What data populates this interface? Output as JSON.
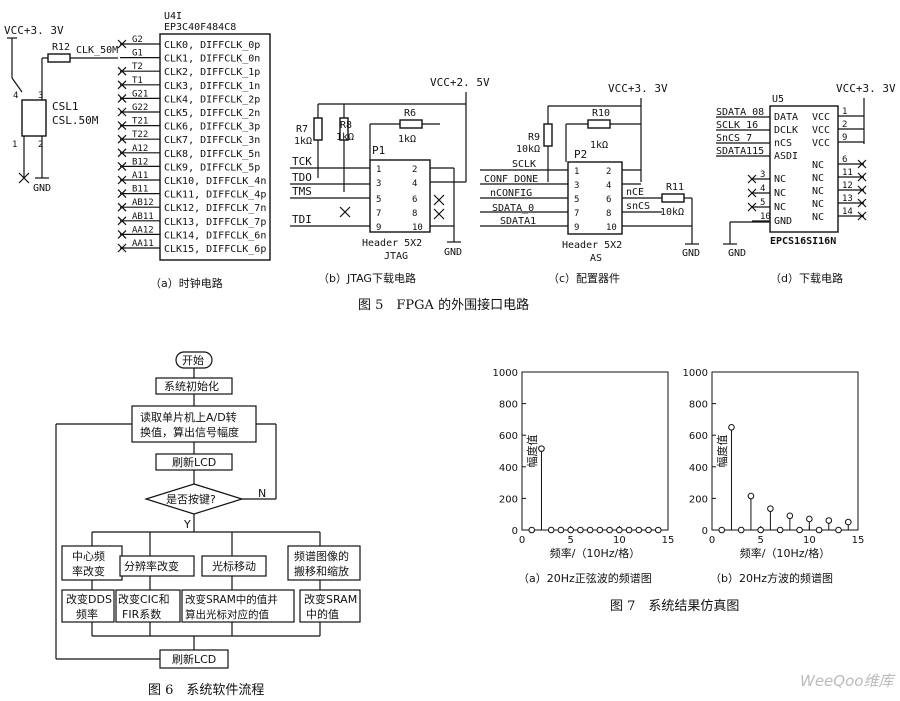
{
  "fig5": {
    "caption": "图 5　FPGA 的外围接口电路",
    "a": {
      "caption": "（a）时钟电路",
      "vcc": "VCC+3. 3V",
      "resistor": "R12",
      "net": "CLK_50M",
      "osc_ref": "CSL1",
      "osc_val": "CSL.50M",
      "gnd": "GND",
      "pins": [
        "4",
        "3",
        "1",
        "2"
      ],
      "chip_ref": "U4I",
      "chip": "EP3C40F484C8",
      "pin_numbers": [
        "G2",
        "G1",
        "T2",
        "T1",
        "G21",
        "G22",
        "T21",
        "T22",
        "A12",
        "B12",
        "A11",
        "B11",
        "AB12",
        "AB11",
        "AA12",
        "AA11"
      ],
      "pin_names": [
        "CLK0, DIFFCLK_0p",
        "CLK1, DIFFCLK_0n",
        "CLK2, DIFFCLK_1p",
        "CLK3, DIFFCLK_1n",
        "CLK4, DIFFCLK_2p",
        "CLK5, DIFFCLK_2n",
        "CLK6, DIFFCLK_3p",
        "CLK7, DIFFCLK_3n",
        "CLK8, DIFFCLK_5n",
        "CLK9, DIFFCLK_5p",
        "CLK10, DIFFCLK_4n",
        "CLK11, DIFFCLK_4p",
        "CLK12, DIFFCLK_7n",
        "CLK13, DIFFCLK_7p",
        "CLK14, DIFFCLK_6n",
        "CLK15, DIFFCLK_6p"
      ]
    },
    "b": {
      "caption": "（b）JTAG下载电路",
      "vcc": "VCC+2. 5V",
      "r7": "R7",
      "r7v": "1kΩ",
      "r8": "R8",
      "r8v": "1kΩ",
      "r6": "R6",
      "r6v": "1kΩ",
      "conn": "P1",
      "signals": [
        "TCK",
        "TDO",
        "TMS",
        "TDI"
      ],
      "pins_left": [
        "1",
        "3",
        "5",
        "7",
        "9"
      ],
      "pins_right": [
        "2",
        "4",
        "6",
        "8",
        "10"
      ],
      "hdr": "Header 5X2",
      "name": "JTAG",
      "gnd": "GND"
    },
    "c": {
      "caption": "（c）配置器件",
      "vcc": "VCC+3. 3V",
      "r9": "R9",
      "r9v": "10kΩ",
      "r10": "R10",
      "r10v": "1kΩ",
      "r11": "R11",
      "r11v": "10kΩ",
      "conn": "P2",
      "signals": [
        "SCLK",
        "CONF_DONE",
        "nCONFIG",
        "SDATA_0",
        "SDATA1"
      ],
      "right_signals": [
        "nCE",
        "snCS"
      ],
      "pins_left": [
        "1",
        "3",
        "5",
        "7",
        "9"
      ],
      "pins_right": [
        "2",
        "4",
        "6",
        "8",
        "10"
      ],
      "hdr": "Header 5X2",
      "name": "AS",
      "gnd": "GND"
    },
    "d": {
      "caption": "（d）下载电路",
      "chip_ref": "U5",
      "vcc": "VCC+3. 3V",
      "nets": [
        "SDATA_08",
        "SCLK 16",
        "SnCS 7",
        "SDATA115"
      ],
      "left_pins": [
        "DATA",
        "DCLK",
        "nCS",
        "ASDI"
      ],
      "nc_left": [
        "3",
        "4",
        "5",
        "10"
      ],
      "nc_labels": [
        "NC",
        "NC",
        "NC",
        "GND"
      ],
      "right_pins": [
        "VCC",
        "VCC",
        "VCC",
        "NC",
        "NC",
        "NC",
        "NC",
        "NC"
      ],
      "right_nums": [
        "1",
        "2",
        "9",
        "6",
        "11",
        "12",
        "13",
        "14"
      ],
      "chip": "EPCS16SI16N",
      "gnd": "GND"
    }
  },
  "fig6": {
    "caption": "图 6　系统软件流程",
    "start": "开始",
    "init": "系统初始化",
    "read1": "读取单片机上A/D转",
    "read2": "换值，算出信号幅度",
    "refresh": "刷新LCD",
    "decision": "是否按键?",
    "yes": "Y",
    "no": "N",
    "opts": [
      [
        "中心频",
        "率改变"
      ],
      [
        "分辨率改变"
      ],
      [
        "光标移动"
      ],
      [
        "频谱图像的",
        "搬移和缩放"
      ]
    ],
    "acts": [
      [
        "改变DDS",
        "频率"
      ],
      [
        "改变CIC和",
        "FIR系数"
      ],
      [
        "改变SRAM中的值并",
        "算出光标对应的值"
      ],
      [
        "改变SRAM",
        "中的值"
      ]
    ],
    "refresh2": "刷新LCD"
  },
  "fig7": {
    "caption": "图 7　系统结果仿真图",
    "watermark": "WeeQoo维库",
    "chart_data": [
      {
        "type": "scatter",
        "title": "（a）20Hz正弦波的频谱图",
        "xlabel": "频率/（10Hz/格）",
        "ylabel": "幅度值",
        "xlim": [
          0,
          15
        ],
        "ylim": [
          0,
          1000
        ],
        "xticks": [
          "0",
          "5",
          "10",
          "15"
        ],
        "yticks": [
          "0",
          "200",
          "400",
          "600",
          "800",
          "1000"
        ],
        "x": [
          1,
          2,
          3,
          4,
          5,
          6,
          7,
          8,
          9,
          10,
          11,
          12,
          13,
          14
        ],
        "values": [
          0,
          515,
          0,
          0,
          0,
          0,
          0,
          0,
          0,
          0,
          0,
          0,
          0,
          0
        ]
      },
      {
        "type": "scatter",
        "title": "（b）20Hz方波的频谱图",
        "xlabel": "频率/（10Hz/格）",
        "ylabel": "幅度值",
        "xlim": [
          0,
          15
        ],
        "ylim": [
          0,
          1000
        ],
        "xticks": [
          "0",
          "5",
          "10",
          "15"
        ],
        "yticks": [
          "0",
          "200",
          "400",
          "600",
          "800",
          "1000"
        ],
        "x": [
          1,
          2,
          3,
          4,
          5,
          6,
          7,
          8,
          9,
          10,
          11,
          12,
          13,
          14
        ],
        "values": [
          0,
          650,
          0,
          215,
          0,
          135,
          0,
          90,
          0,
          70,
          0,
          60,
          0,
          50
        ]
      }
    ]
  }
}
